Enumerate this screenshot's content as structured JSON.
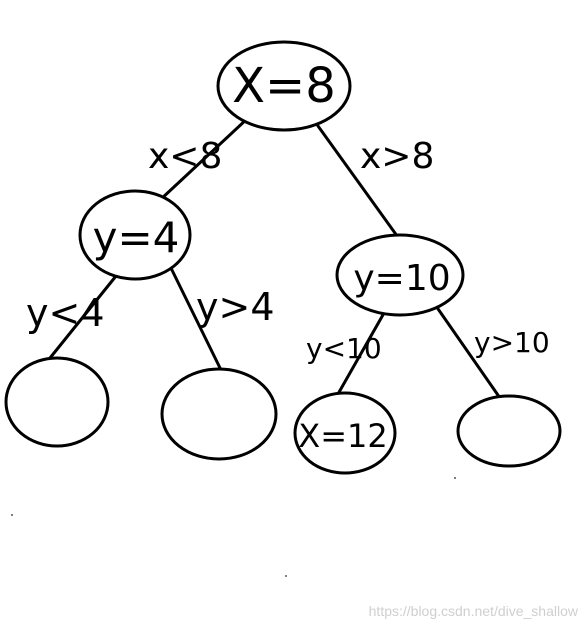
{
  "tree": {
    "root": {
      "label": "X=8"
    },
    "left_child": {
      "label": "y=4"
    },
    "right_child": {
      "label": "y=10"
    },
    "edges": {
      "root_to_left": "x<8",
      "root_to_right": "x>8",
      "left_to_ll": "y<4",
      "left_to_lr": "y>4",
      "right_to_rl": "y<10",
      "right_to_rr": "y>10"
    },
    "leaves": {
      "ll": "",
      "lr": "",
      "rl": "X=12",
      "rr": ""
    }
  },
  "watermark": "https://blog.csdn.net/dive_shallow",
  "colors": {
    "ink": "#000000",
    "background": "#ffffff",
    "watermark": "#cfcfcf"
  }
}
